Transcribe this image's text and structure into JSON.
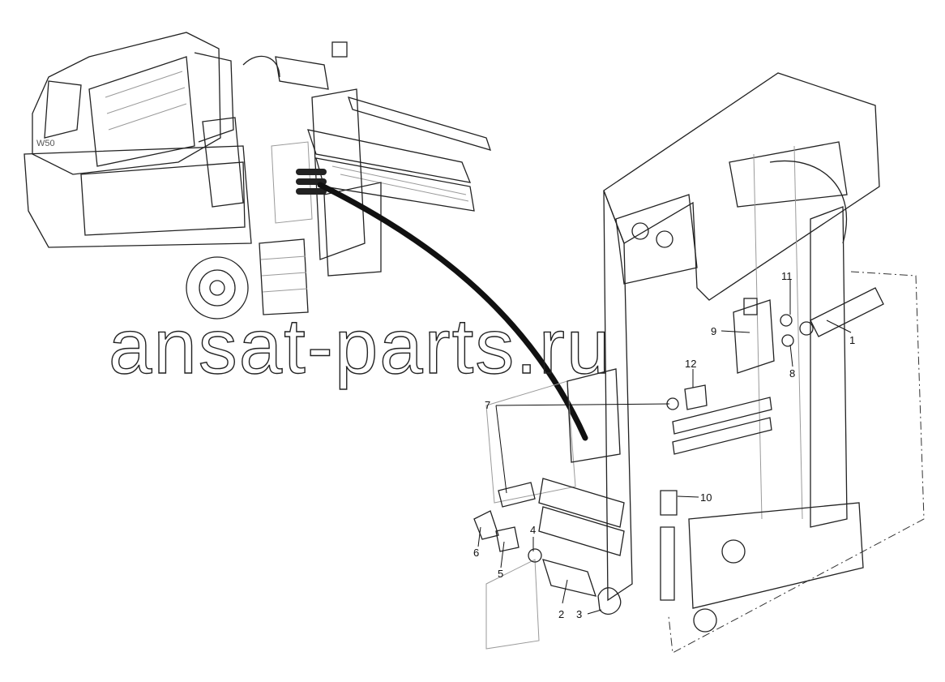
{
  "diagram": {
    "watermark": "ansat-parts.ru",
    "machine_badge": "W50",
    "callouts": [
      {
        "id": "c1",
        "label": "1"
      },
      {
        "id": "c2",
        "label": "2"
      },
      {
        "id": "c3",
        "label": "3"
      },
      {
        "id": "c4",
        "label": "4"
      },
      {
        "id": "c5",
        "label": "5"
      },
      {
        "id": "c6",
        "label": "6"
      },
      {
        "id": "c7",
        "label": "7"
      },
      {
        "id": "c8",
        "label": "8"
      },
      {
        "id": "c9",
        "label": "9"
      },
      {
        "id": "c10",
        "label": "10"
      },
      {
        "id": "c11",
        "label": "11"
      },
      {
        "id": "c12",
        "label": "12"
      }
    ]
  }
}
